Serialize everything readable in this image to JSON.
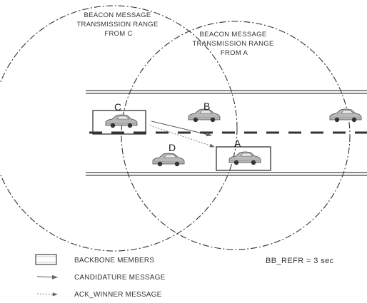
{
  "ranges": {
    "from_c": [
      "BEACON MESSAGE",
      "TRANSMISSION RANGE",
      "FROM C"
    ],
    "from_a": [
      "BEACON MESSAGE",
      "TRANSMISSION RANGE",
      "FROM A"
    ]
  },
  "nodes": {
    "a": "A",
    "b": "B",
    "c": "C",
    "d": "D"
  },
  "legend": {
    "backbone": "BACKBONE MEMBERS",
    "candidature": "CANDIDATURE MESSAGE",
    "ack": "ACK_WINNER MESSAGE"
  },
  "refresh": "BB_REFR = 3 sec"
}
